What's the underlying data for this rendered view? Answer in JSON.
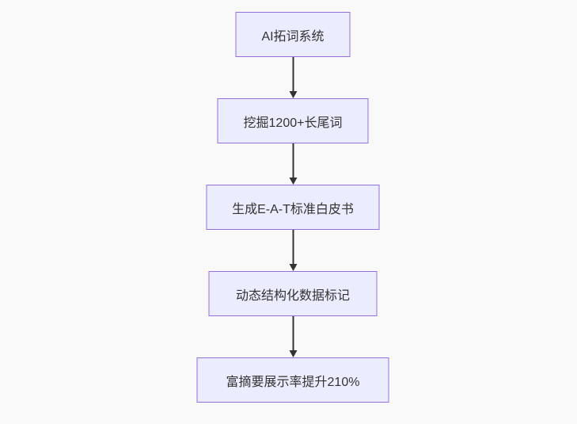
{
  "canvas": {
    "background_color": "#f9f9f9"
  },
  "diagram": {
    "type": "flowchart",
    "direction": "top-down",
    "node_fill_color": "#ECECFF",
    "node_border_color": "#9370DB",
    "node_text_color": "#333333",
    "edge_color": "#333333",
    "nodes": [
      {
        "id": "n1",
        "label": "AI拓词系统"
      },
      {
        "id": "n2",
        "label": "挖掘1200+长尾词"
      },
      {
        "id": "n3",
        "label": "生成E-A-T标准白皮书"
      },
      {
        "id": "n4",
        "label": "动态结构化数据标记"
      },
      {
        "id": "n5",
        "label": "富摘要展示率提升210%"
      }
    ],
    "edges": [
      {
        "from": "n1",
        "to": "n2"
      },
      {
        "from": "n2",
        "to": "n3"
      },
      {
        "from": "n3",
        "to": "n4"
      },
      {
        "from": "n4",
        "to": "n5"
      }
    ]
  }
}
